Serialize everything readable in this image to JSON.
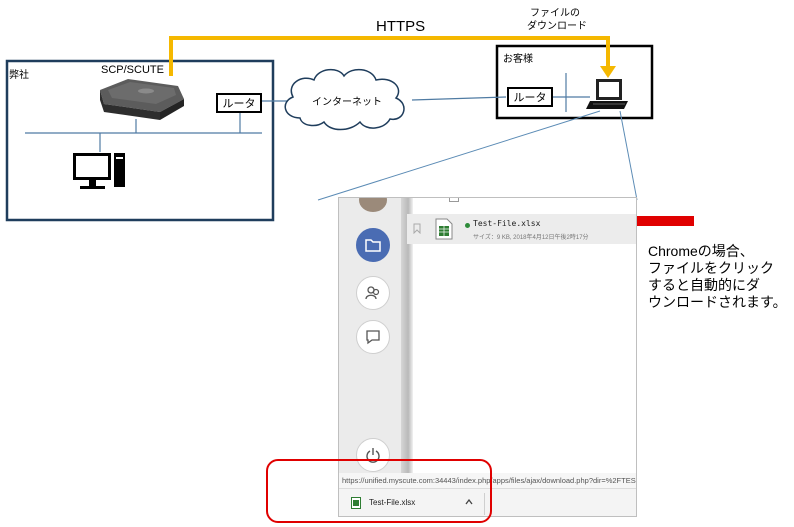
{
  "protocol_label": "HTTPS",
  "download_label_line1": "ファイルの",
  "download_label_line2": "ダウンロード",
  "our_company_label": "弊社",
  "server_label": "SCP/SCUTE",
  "router_label_left": "ルータ",
  "internet_label": "インターネット",
  "customer_label": "お客様",
  "router_label_right": "ルータ",
  "screenshot": {
    "file_name": "Test-File.xlsx",
    "file_meta": "サイズ：9 KB, 2018年4月12日午後2時17分",
    "status_url": "https://unified.myscute.com:34443/index.php/apps/files/ajax/download.php?dir=%2FTES",
    "download_item": "Test-File.xlsx"
  },
  "note": {
    "line1": "Chromeの場合、",
    "line2": "ファイルをクリック",
    "line3": "すると自動的にダ",
    "line4": "ウンロードされます。"
  },
  "colors": {
    "https_line": "#f5b800",
    "arrow": "#e00000",
    "highlight": "#e00000",
    "network_line": "#4f7ba3",
    "box_border": "#1f3d5c",
    "active_button": "#4a6cb3",
    "file_status_dot": "#2e8b3a"
  },
  "icons": [
    "server-device-icon",
    "desktop-computer-icon",
    "laptop-icon",
    "cloud-icon",
    "folder-icon",
    "users-icon",
    "chat-icon",
    "power-icon",
    "bookmark-icon",
    "excel-file-icon",
    "chevron-up-icon"
  ]
}
